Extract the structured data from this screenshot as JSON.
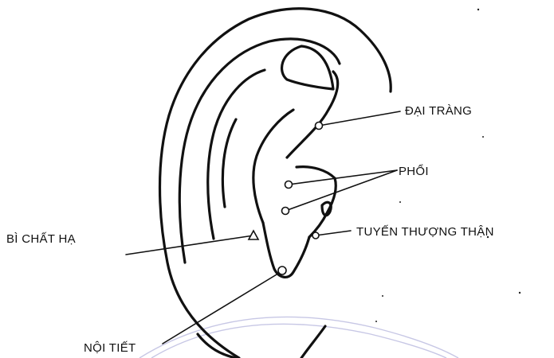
{
  "labels": {
    "dai_trang": "ĐẠI TRÀNG",
    "phoi": "PHỔI",
    "tuyen_thuong_than": "TUYẾN THƯỢNG THẬN",
    "bi_chat_ha": "BÌ CHẤT HẠ",
    "noi_tiet": "NỘI TIẾT"
  },
  "watermark_color": "#9a9ad0",
  "ink_color": "#111111",
  "point_shapes": {
    "dai_trang": "circle",
    "phoi_upper": "circle",
    "phoi_lower": "circle",
    "tuyen_thuong_than": "circle",
    "bi_chat_ha": "triangle",
    "noi_tiet": "circle"
  }
}
